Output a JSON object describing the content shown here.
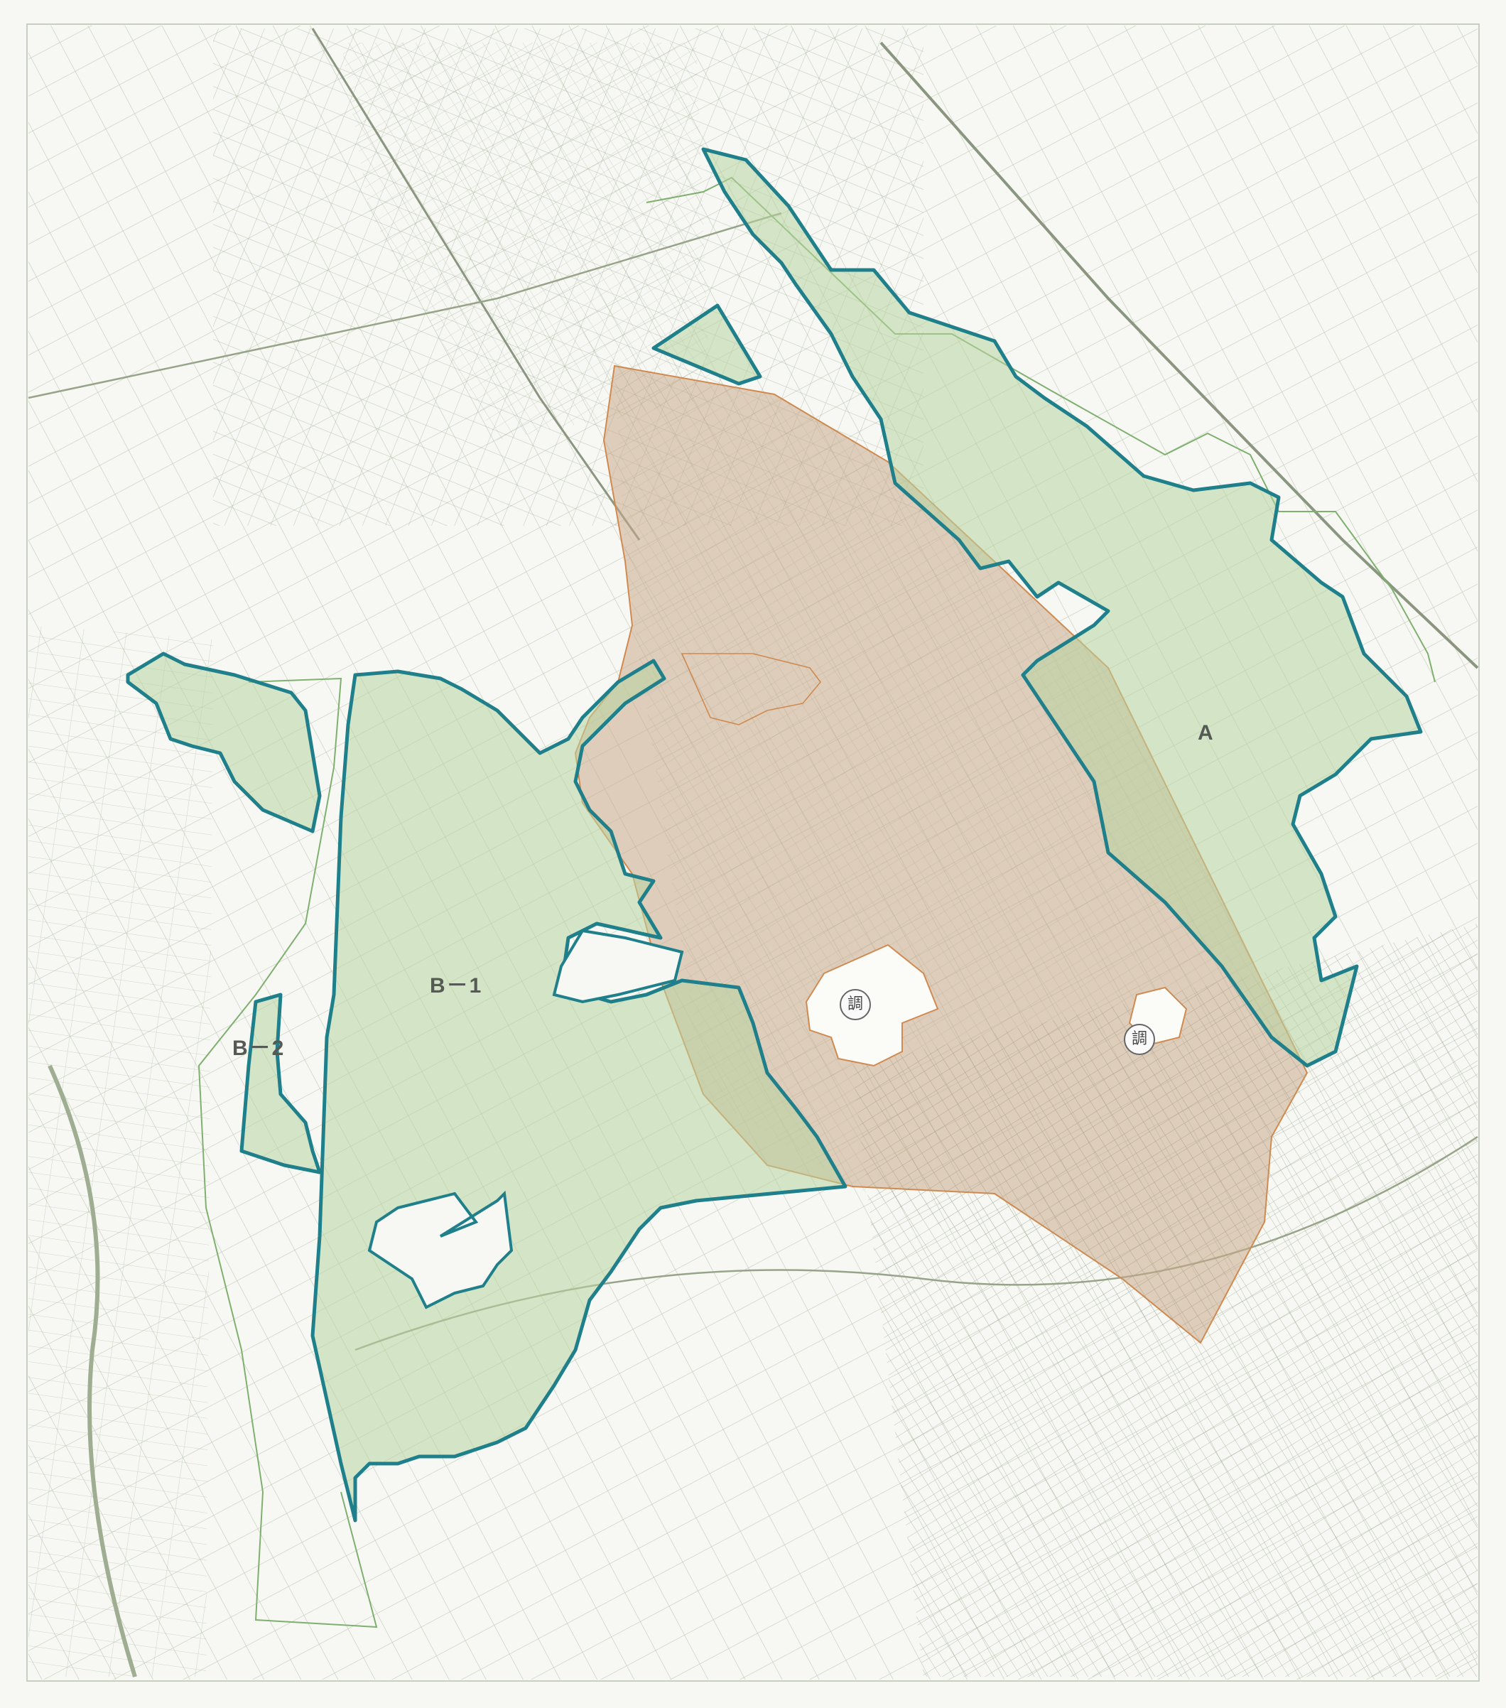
{
  "map": {
    "labels": {
      "zone_a": "A",
      "zone_b1": "B－1",
      "zone_b2": "B－2"
    },
    "markers": {
      "survey_mark_1": "調",
      "survey_mark_2": "調"
    },
    "colors": {
      "background": "#f7f8f3",
      "street_grid": "#9aa88c",
      "zone_outline": "#1f7f8a",
      "zone_fill": "#b8d4a0",
      "urban_area_fill": "#c8a98a",
      "urban_area_outline": "#d08a50",
      "thin_boundary": "#7fb070"
    }
  }
}
